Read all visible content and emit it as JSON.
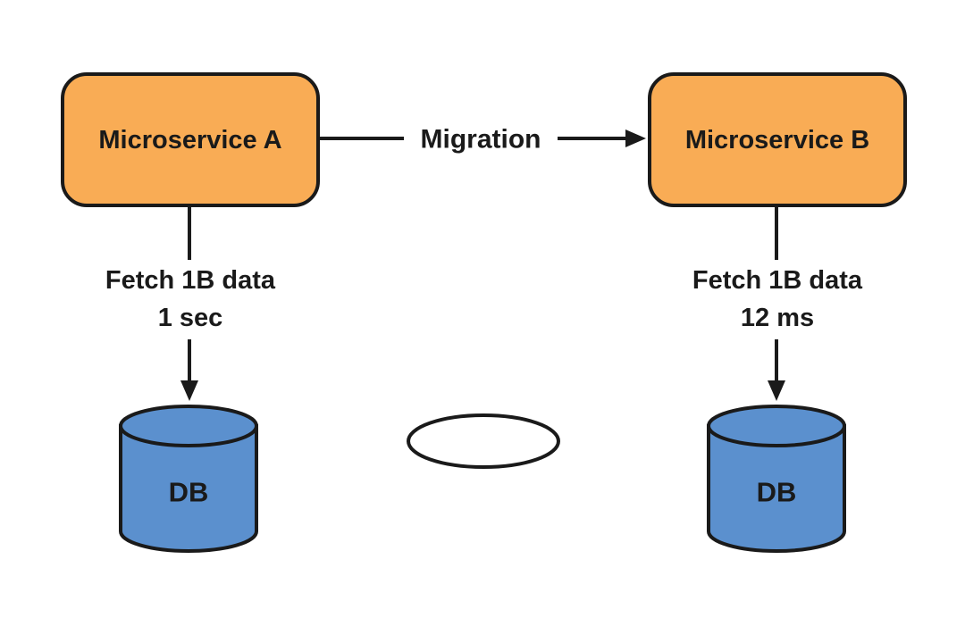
{
  "colors": {
    "background": "#ffffff",
    "service_fill": "#F9AC55",
    "outline": "#1A1A1A",
    "db_fill": "#5B90CE",
    "db_label_color": "#15294B",
    "placeholder_fill": "#FFFFFF"
  },
  "nodes": {
    "service_a": {
      "label": "Microservice A"
    },
    "service_b": {
      "label": "Microservice B"
    },
    "db_a": {
      "label": "DB"
    },
    "db_b": {
      "label": "DB"
    }
  },
  "edges": {
    "migration": {
      "label": "Migration"
    },
    "fetch_a": {
      "label_line1": "Fetch 1B data",
      "label_line2": "1 sec"
    },
    "fetch_b": {
      "label_line1": "Fetch 1B data",
      "label_line2": "12 ms"
    }
  }
}
